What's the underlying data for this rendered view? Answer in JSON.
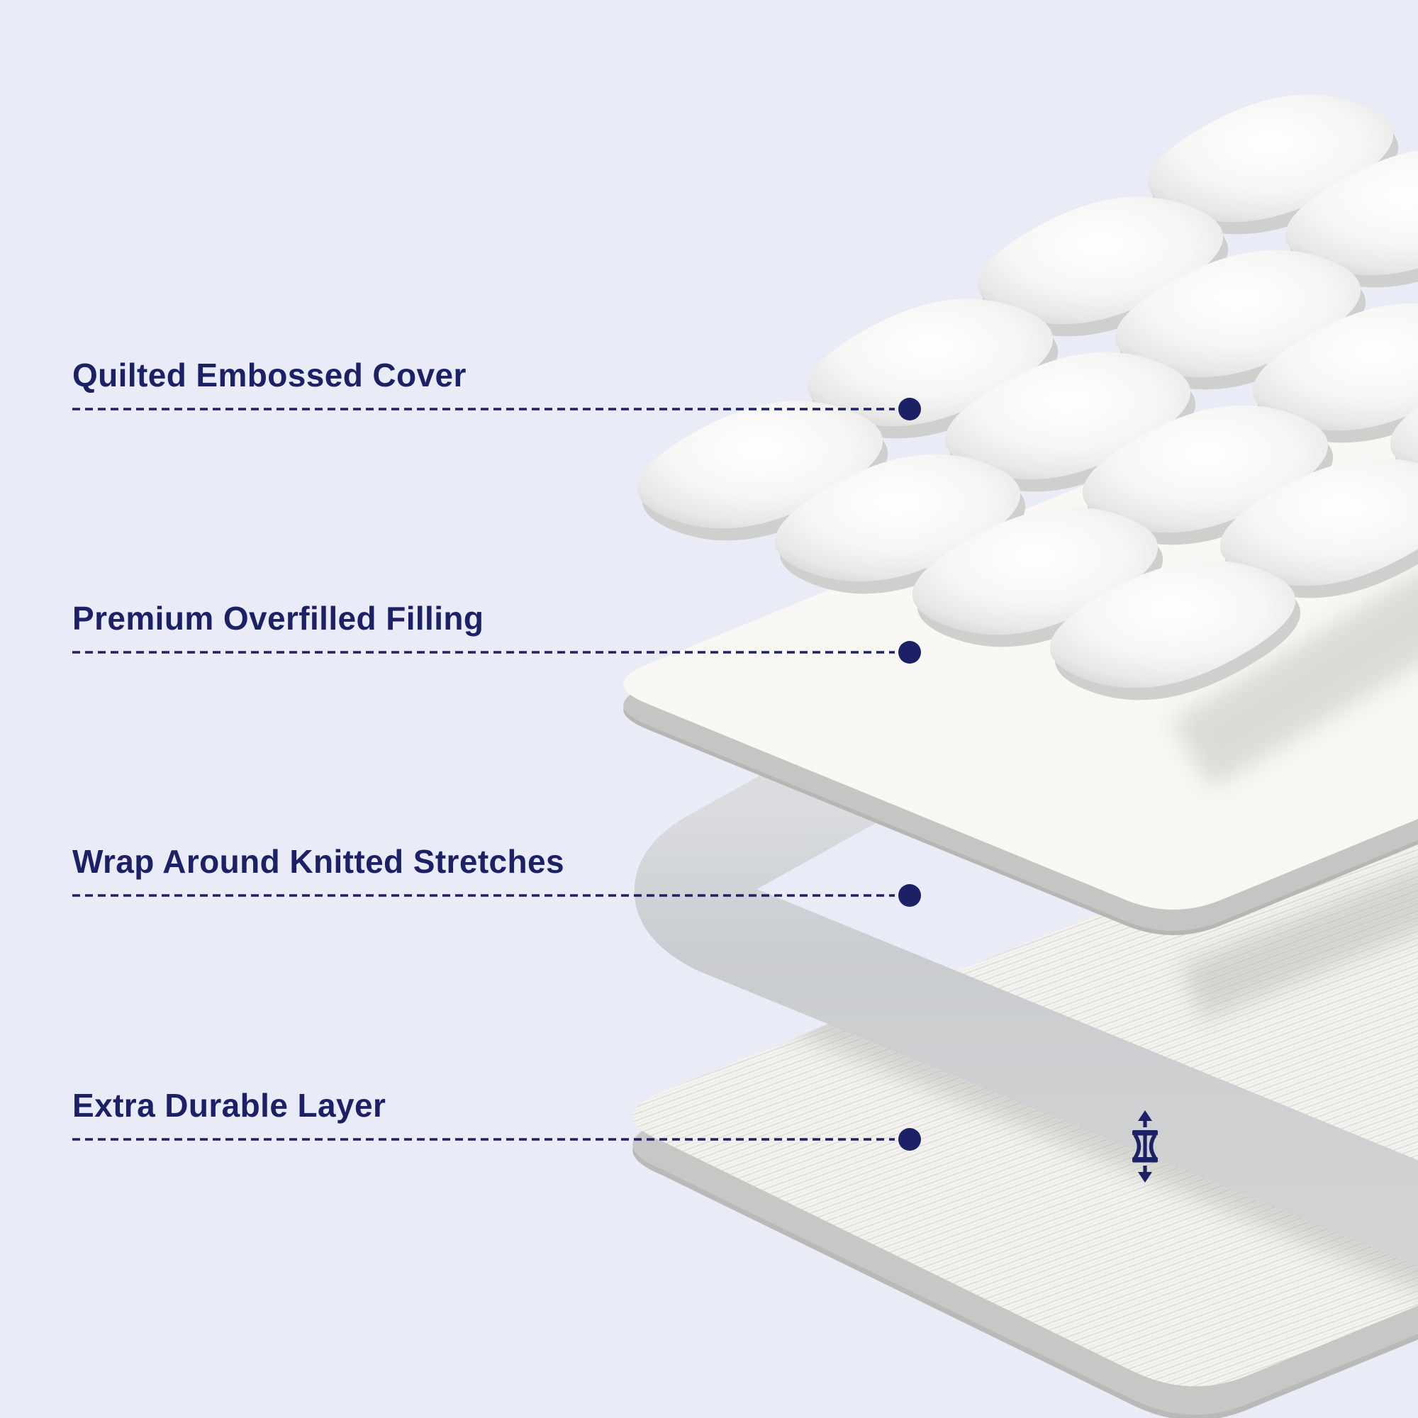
{
  "page": {
    "background": "#e9ecf7",
    "description_diagram": "mattress-topper-exploded-layers"
  },
  "palette": {
    "navy": "#1b2164",
    "slab_white": "#f8f7f3",
    "side_gray": "#c6c6c5",
    "band_gray": "#ccced1",
    "knit_base": "#f4f3ef",
    "pillow_white": "#ffffff"
  },
  "features": [
    {
      "label": "Quilted Embossed Cover"
    },
    {
      "label": "Premium Overfilled Filling"
    },
    {
      "label": "Wrap Around Knitted Stretches"
    },
    {
      "label": "Extra Durable Layer"
    }
  ],
  "icons": [
    {
      "name": "stretch-thickness-icon"
    }
  ]
}
